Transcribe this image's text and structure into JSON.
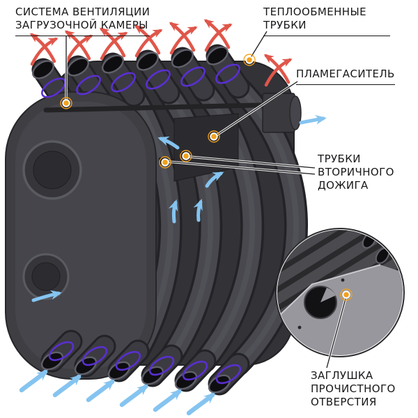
{
  "colors": {
    "hot": "#e0564a",
    "cold": "#85c4f0",
    "marker": "#f2a11c",
    "ring": "#5a2fd0",
    "body": "#3f3f44",
    "text": "#17171a"
  },
  "icons": {
    "hot_air_arrow": "red-curved-arrow",
    "cold_air_arrow": "blue-curved-arrow",
    "callout_marker": "orange-dot",
    "tube_ring": "purple-ellipse-ring",
    "zoom_inset": "magnifier-circle"
  },
  "callouts": {
    "vent_system": {
      "label": "СИСТЕМА ВЕНТИЛЯЦИИ\nЗАГРУЗОЧНОЙ КАМЕРЫ"
    },
    "heat_tubes": {
      "label": "ТЕПЛООБМЕННЫЕ\nТРУБКИ"
    },
    "flame_arrestor": {
      "label": "ПЛАМЕГАСИТЕЛЬ"
    },
    "secondary_tubes": {
      "label": "ТРУБКИ\nВТОРИЧНОГО\nДОЖИГА"
    },
    "cleanout_plug": {
      "label": "ЗАГЛУШКА\nПРОЧИСТНОГО\nОТВЕРСТИЯ"
    }
  }
}
